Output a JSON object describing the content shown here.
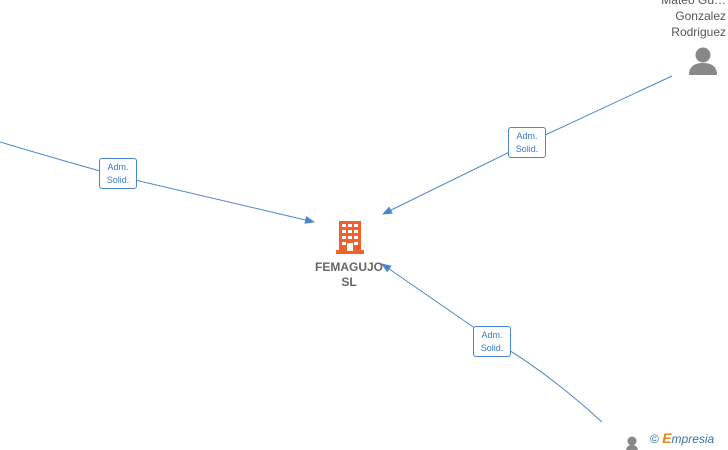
{
  "company": {
    "name_line1": "FEMAGUJO",
    "name_line2": "SL",
    "icon": "building-icon",
    "color": "#f0622d"
  },
  "person_top_right": {
    "name_lines": [
      "Mateo Gu…",
      "Gonzalez",
      "Rodriguez"
    ],
    "icon": "person-icon"
  },
  "edges": [
    {
      "label_line1": "Adm.",
      "label_line2": "Solid."
    },
    {
      "label_line1": "Adm.",
      "label_line2": "Solid."
    },
    {
      "label_line1": "Adm.",
      "label_line2": "Solid."
    }
  ],
  "watermark": {
    "copyright": "©",
    "brand_initial": "E",
    "brand_rest": "mpresia"
  },
  "colors": {
    "edge": "#4a86d0",
    "node_icon": "#888888"
  }
}
